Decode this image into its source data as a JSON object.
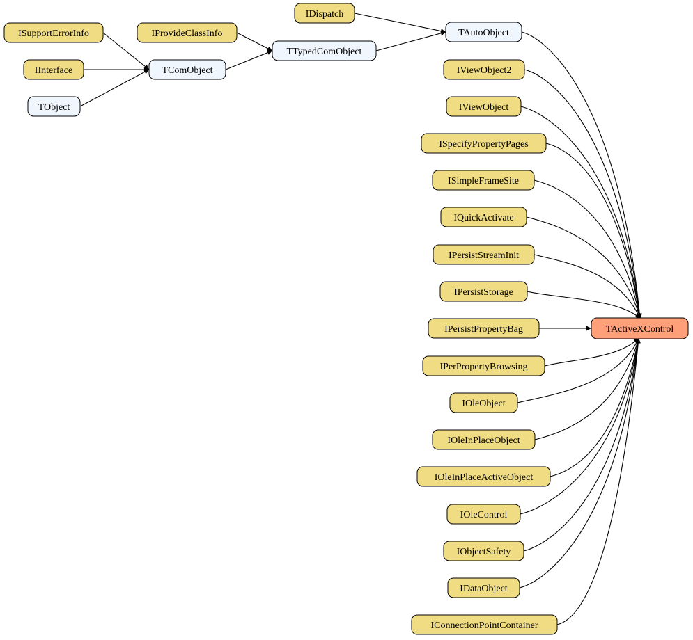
{
  "colors": {
    "interface": "#f0dc82",
    "class": "#f0f6fe",
    "focus": "#ffa07a",
    "edge": "#000000"
  },
  "diagram": {
    "nodes": [
      {
        "id": "isupporterrorinfo",
        "label": "ISupportErrorInfo",
        "kind": "interface"
      },
      {
        "id": "iinterface",
        "label": "IInterface",
        "kind": "interface"
      },
      {
        "id": "tobject",
        "label": "TObject",
        "kind": "class"
      },
      {
        "id": "iprovideclassinfo",
        "label": "IProvideClassInfo",
        "kind": "interface"
      },
      {
        "id": "tcomobject",
        "label": "TComObject",
        "kind": "class"
      },
      {
        "id": "idispatch",
        "label": "IDispatch",
        "kind": "interface"
      },
      {
        "id": "ttypedcomobject",
        "label": "TTypedComObject",
        "kind": "class"
      },
      {
        "id": "tautoobject",
        "label": "TAutoObject",
        "kind": "class"
      },
      {
        "id": "iviewobject2",
        "label": "IViewObject2",
        "kind": "interface"
      },
      {
        "id": "iviewobject",
        "label": "IViewObject",
        "kind": "interface"
      },
      {
        "id": "ispecifypropertypages",
        "label": "ISpecifyPropertyPages",
        "kind": "interface"
      },
      {
        "id": "isimpleframesite",
        "label": "ISimpleFrameSite",
        "kind": "interface"
      },
      {
        "id": "iquickactivate",
        "label": "IQuickActivate",
        "kind": "interface"
      },
      {
        "id": "ipersiststreaminit",
        "label": "IPersistStreamInit",
        "kind": "interface"
      },
      {
        "id": "ipersiststorage",
        "label": "IPersistStorage",
        "kind": "interface"
      },
      {
        "id": "ipersistpropertybag",
        "label": "IPersistPropertyBag",
        "kind": "interface"
      },
      {
        "id": "iperpropertybrowsing",
        "label": "IPerPropertyBrowsing",
        "kind": "interface"
      },
      {
        "id": "ioleobject",
        "label": "IOleObject",
        "kind": "interface"
      },
      {
        "id": "ioleinplaceobject",
        "label": "IOleInPlaceObject",
        "kind": "interface"
      },
      {
        "id": "ioleinplaceactiveobject",
        "label": "IOleInPlaceActiveObject",
        "kind": "interface"
      },
      {
        "id": "iolecontrol",
        "label": "IOleControl",
        "kind": "interface"
      },
      {
        "id": "iobjectsafety",
        "label": "IObjectSafety",
        "kind": "interface"
      },
      {
        "id": "idataobject",
        "label": "IDataObject",
        "kind": "interface"
      },
      {
        "id": "iconnectionpointcontainer",
        "label": "IConnectionPointContainer",
        "kind": "interface"
      },
      {
        "id": "tactivexcontrol",
        "label": "TActiveXControl",
        "kind": "focus"
      }
    ],
    "edges": [
      {
        "from": "isupporterrorinfo",
        "to": "tcomobject"
      },
      {
        "from": "iinterface",
        "to": "tcomobject"
      },
      {
        "from": "tobject",
        "to": "tcomobject"
      },
      {
        "from": "iprovideclassinfo",
        "to": "ttypedcomobject"
      },
      {
        "from": "tcomobject",
        "to": "ttypedcomobject"
      },
      {
        "from": "idispatch",
        "to": "tautoobject"
      },
      {
        "from": "ttypedcomobject",
        "to": "tautoobject"
      },
      {
        "from": "tautoobject",
        "to": "tactivexcontrol"
      },
      {
        "from": "iviewobject2",
        "to": "tactivexcontrol"
      },
      {
        "from": "iviewobject",
        "to": "tactivexcontrol"
      },
      {
        "from": "ispecifypropertypages",
        "to": "tactivexcontrol"
      },
      {
        "from": "isimpleframesite",
        "to": "tactivexcontrol"
      },
      {
        "from": "iquickactivate",
        "to": "tactivexcontrol"
      },
      {
        "from": "ipersiststreaminit",
        "to": "tactivexcontrol"
      },
      {
        "from": "ipersiststorage",
        "to": "tactivexcontrol"
      },
      {
        "from": "ipersistpropertybag",
        "to": "tactivexcontrol"
      },
      {
        "from": "iperpropertybrowsing",
        "to": "tactivexcontrol"
      },
      {
        "from": "ioleobject",
        "to": "tactivexcontrol"
      },
      {
        "from": "ioleinplaceobject",
        "to": "tactivexcontrol"
      },
      {
        "from": "ioleinplaceactiveobject",
        "to": "tactivexcontrol"
      },
      {
        "from": "iolecontrol",
        "to": "tactivexcontrol"
      },
      {
        "from": "iobjectsafety",
        "to": "tactivexcontrol"
      },
      {
        "from": "idataobject",
        "to": "tactivexcontrol"
      },
      {
        "from": "iconnectionpointcontainer",
        "to": "tactivexcontrol"
      }
    ]
  }
}
